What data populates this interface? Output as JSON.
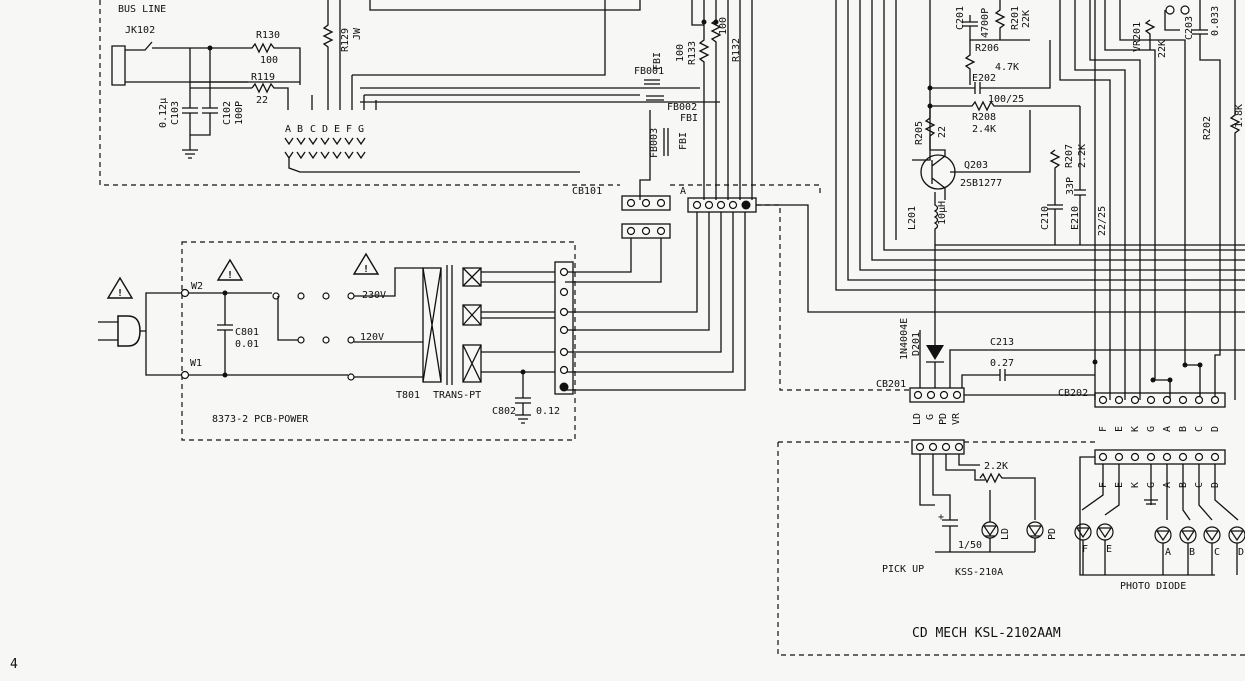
{
  "labels": {
    "bus_line": "BUS LINE",
    "jk102": "JK102",
    "r130": "R130",
    "r130_val": "100",
    "r119": "R119",
    "r119_val": "22",
    "r129": "R129",
    "r129_val": "JW",
    "c103": "C103",
    "c103_val": "0.12μ",
    "c102": "C102",
    "c102_val": "100P",
    "letters_ag": [
      "A",
      "B",
      "C",
      "D",
      "E",
      "F",
      "G"
    ],
    "fb001": "FB001",
    "fbi": "FBI",
    "fb002": "FB002",
    "fb003": "FB003",
    "r133": "R133",
    "r133_val": "100",
    "r132_val": "100",
    "r132": "R132",
    "cb101": "CB101",
    "a_marker": "A",
    "w2": "W2",
    "w1": "W1",
    "c801": "C801",
    "c801_val": "0.01",
    "v230": "230V",
    "v120": "120V",
    "t801": "T801",
    "trans_pt": "TRANS-PT",
    "c802": "C802",
    "c802_val": "0.12",
    "pcb_power": "8373-2   PCB-POWER",
    "c201": "C201",
    "c201_val": "4700P",
    "r201": "R201",
    "r201_val": "22K",
    "r206": "R206",
    "r206_val": "4.7K",
    "e202": "E202",
    "e202_val": "100/25",
    "r208": "R208",
    "r208_val": "2.4K",
    "r205": "R205",
    "r205_val": "22",
    "q203": "Q203",
    "q203_part": "2SB1277",
    "l201": "L201",
    "l201_val": "10μH",
    "c210": "C210",
    "c210_val": "33P",
    "r207": "R207",
    "r207_val": "2.2K",
    "e210": "E210",
    "e210_val": "22/25",
    "vr201": "VR201",
    "vr201_val": "22K",
    "c203": "C203",
    "c203_val": "0.033",
    "r202": "R202",
    "r202_val": "1.8K",
    "d201": "D201",
    "d201_part": "1N4004E",
    "c213": "C213",
    "c213_val": "0.27",
    "cb201": "CB201",
    "cb202": "CB202",
    "pins_cb201": [
      "LD",
      "G",
      "PD",
      "VR"
    ],
    "letters_cb202": [
      "F",
      "E",
      "K",
      "G",
      "A",
      "B",
      "C",
      "D"
    ],
    "r_22k": "2.2K",
    "c_150": "1/50",
    "ld": "LD",
    "pd": "PD",
    "pick_up": "PICK UP",
    "kss": "KSS-210A",
    "photo_diode": "PHOTO DIODE",
    "diode_letters": [
      "F",
      "E",
      "A",
      "B",
      "C",
      "D"
    ],
    "cd_mech": "CD MECH   KSL-2102AAM",
    "page_number": "4"
  }
}
